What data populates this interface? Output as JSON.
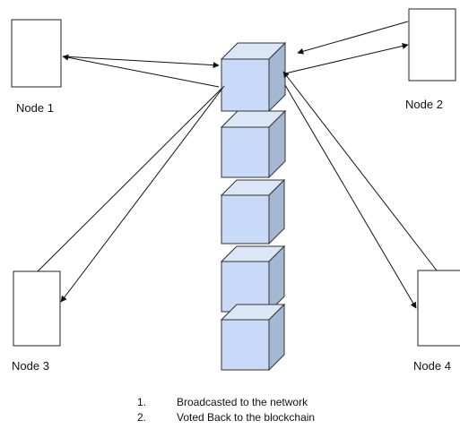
{
  "nodes": [
    {
      "id": "node-1",
      "label": "Node 1"
    },
    {
      "id": "node-2",
      "label": "Node 2"
    },
    {
      "id": "node-3",
      "label": "Node 3"
    },
    {
      "id": "node-4",
      "label": "Node 4"
    }
  ],
  "blockchain": {
    "block_count": 5
  },
  "legend": {
    "items": [
      {
        "number": "1.",
        "text": "Broadcasted to the network"
      },
      {
        "number": "2.",
        "text": "Voted Back to the blockchain"
      }
    ]
  },
  "colors": {
    "cube_front": "#c9daf8",
    "cube_top": "#dbe6f7",
    "cube_side": "#a5b8d3",
    "line": "#111111"
  }
}
